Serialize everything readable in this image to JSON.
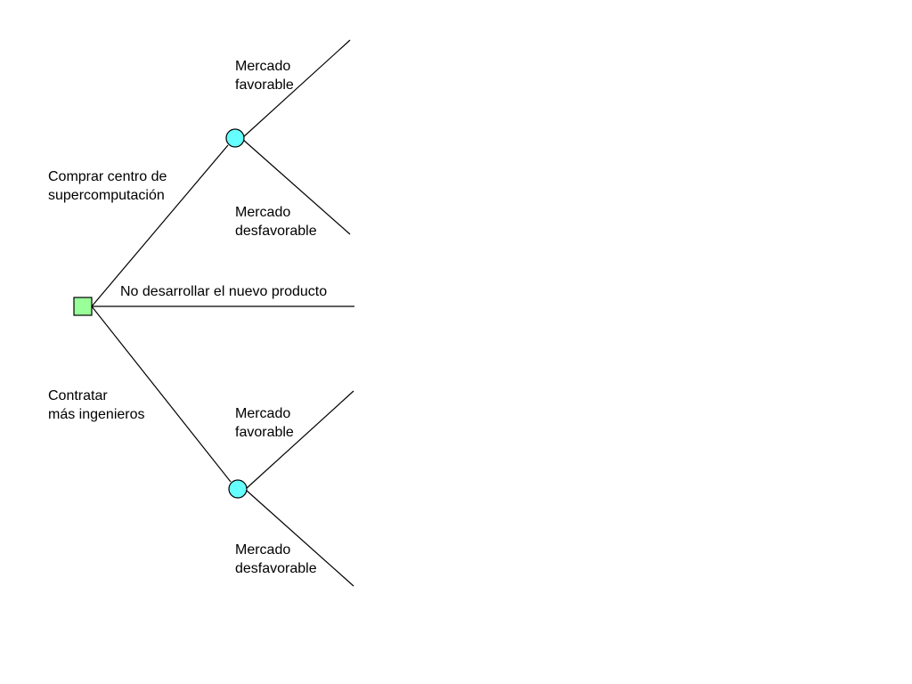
{
  "decision_tree": {
    "colors": {
      "decision_node": "#99ff99",
      "chance_node": "#66ffff",
      "lines": "#000000"
    },
    "decision_node": {
      "icon": "decision-square-icon"
    },
    "branches": {
      "buy": {
        "label_line1": "Comprar centro de",
        "label_line2": "supercomputación",
        "chance_icon": "chance-circle-icon",
        "outcome_favorable": {
          "line1": "Mercado",
          "line2": "favorable"
        },
        "outcome_unfavorable": {
          "line1": "Mercado",
          "line2": "desfavorable"
        }
      },
      "none": {
        "label": "No desarrollar el nuevo producto"
      },
      "hire": {
        "label_line1": "Contratar",
        "label_line2": "más ingenieros",
        "chance_icon": "chance-circle-icon",
        "outcome_favorable": {
          "line1": "Mercado",
          "line2": "favorable"
        },
        "outcome_unfavorable": {
          "line1": "Mercado",
          "line2": "desfavorable"
        }
      }
    }
  }
}
